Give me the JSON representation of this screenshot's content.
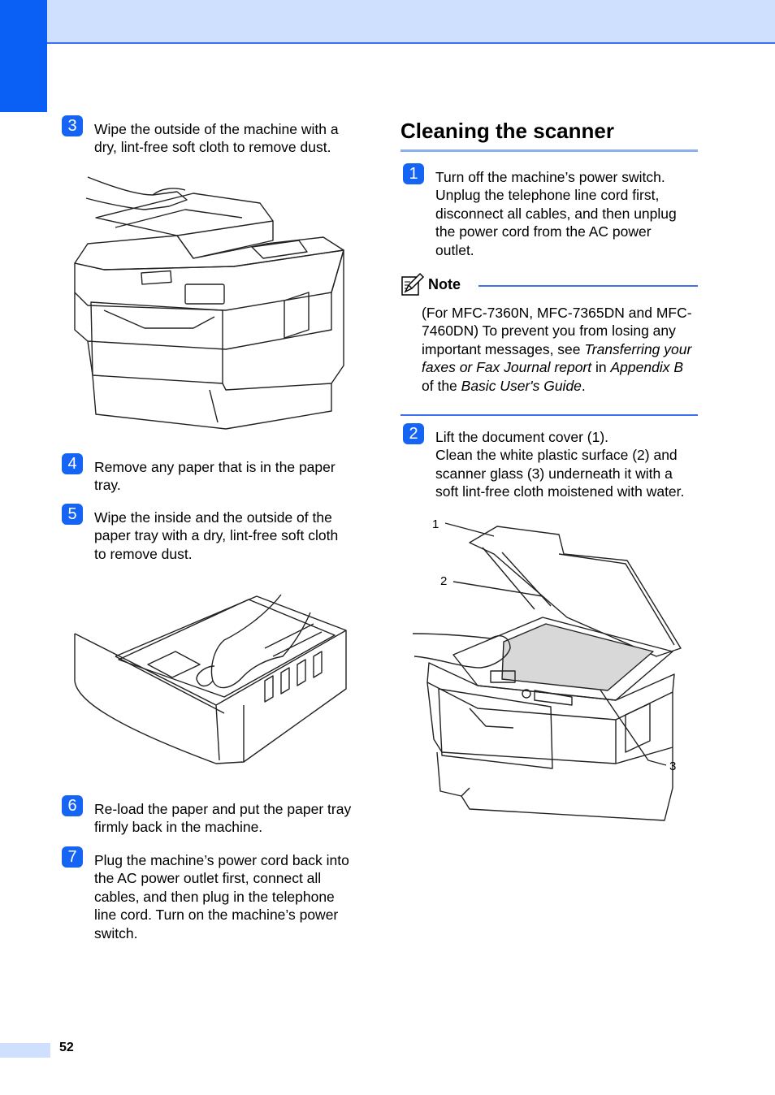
{
  "page": {
    "number": "52"
  },
  "left_column": {
    "steps": [
      {
        "num": "3",
        "text": "Wipe the outside of the machine with a\ndry, lint-free soft cloth to remove dust."
      },
      {
        "num": "4",
        "text": "Remove any paper that is in the paper\ntray."
      },
      {
        "num": "5",
        "text": "Wipe the inside and the outside of the\npaper tray with a dry, lint-free soft cloth\nto remove dust."
      },
      {
        "num": "6",
        "text": "Re-load the paper and put the paper tray\nfirmly back in the machine."
      },
      {
        "num": "7",
        "text": "Plug the machine’s power cord back into\nthe AC power outlet first, connect all\ncables, and then plug in the telephone\nline cord. Turn on the machine’s power\nswitch."
      }
    ]
  },
  "right_column": {
    "section_title": "Cleaning the scanner",
    "steps": [
      {
        "num": "1",
        "text": "Turn off the machine’s power switch.\nUnplug the telephone line cord first,\ndisconnect all cables, and then unplug\nthe power cord from the AC power\noutlet."
      },
      {
        "num": "2",
        "text": "Lift the document cover (1).\nClean the white plastic surface (2) and\nscanner glass (3) underneath it with a\nsoft lint-free cloth moistened with water."
      }
    ],
    "note": {
      "label": "Note",
      "part1": "(For MFC-7360N, MFC-7365DN and MFC-7460DN) To prevent you from losing any important messages, see ",
      "italic1": "Transferring your faxes or Fax Journal report",
      "part2": " in ",
      "italic2": "Appendix B",
      "part3": " of the ",
      "italic3": "Basic User's Guide",
      "part4": "."
    },
    "callouts": {
      "c1": "1",
      "c2": "2",
      "c3": "3"
    }
  }
}
